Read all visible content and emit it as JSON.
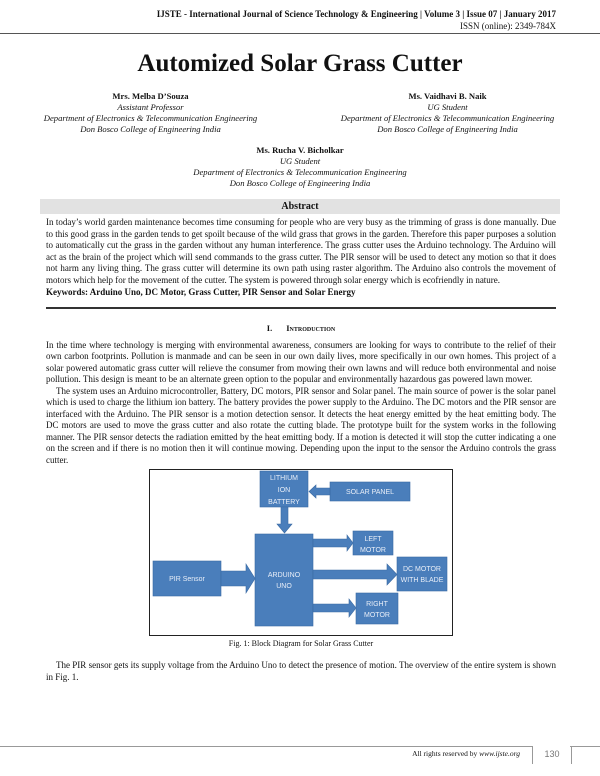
{
  "header": {
    "journal_line": "IJSTE - International Journal of Science Technology & Engineering | Volume 3 | Issue 07 | January 2017",
    "issn": "ISSN (online): 2349-784X"
  },
  "title": "Automized Solar Grass Cutter",
  "authors": [
    {
      "name": "Mrs. Melba D’Souza",
      "role": "Assistant Professor",
      "dept": "Department of Electronics & Telecommunication Engineering",
      "college": "Don Bosco College of Engineering India"
    },
    {
      "name": "Ms. Vaidhavi B. Naik",
      "role": "UG Student",
      "dept": "Department of Electronics & Telecommunication Engineering",
      "college": "Don Bosco College of Engineering India"
    },
    {
      "name": "Ms. Rucha V. Bicholkar",
      "role": "UG Student",
      "dept": "Department of Electronics & Telecommunication Engineering",
      "college": "Don Bosco College of Engineering India"
    }
  ],
  "abstract": {
    "heading": "Abstract",
    "text": "In today’s world garden maintenance becomes time consuming for people who are very busy as the trimming of grass is done manually. Due to this good grass in the garden tends to get spoilt because of the wild grass that grows in the garden. Therefore this paper purposes a solution to automatically cut the grass in the garden without any human interference. The grass cutter uses the Arduino technology. The Arduino will act as the brain of the project which will send commands to the grass cutter. The PIR sensor will be used to detect any motion so that it does not harm any living thing. The grass cutter will determine its own path using raster algorithm. The Arduino also controls the movement of motors which help for the movement of the cutter. The system is powered through solar energy which is ecofriendly in nature.",
    "keywords": "Keywords: Arduino Uno, DC Motor, Grass Cutter, PIR Sensor and Solar Energy"
  },
  "section": {
    "number": "I.",
    "title": "Introduction",
    "paragraphs": [
      "In the time where technology is merging with environmental awareness, consumers are looking for ways to contribute to the relief of their own carbon footprints. Pollution is manmade and can be seen in our own daily lives, more specifically in our own homes. This project of a solar powered automatic grass cutter will relieve the consumer from mowing their own lawns and will reduce both environmental and noise pollution. This design is meant to be an alternate green option to the popular and environmentally hazardous gas powered lawn mower.",
      "The system uses an Arduino microcontroller, Battery, DC motors, PIR sensor and Solar panel. The main source of power is the solar panel which is used to charge the lithium ion battery. The battery provides the power supply to the Arduino. The DC motors and the PIR sensor are interfaced with the Arduino. The PIR sensor is a motion detection sensor.  It detects the heat energy emitted by the heat emitting body. The DC motors are used to move the grass cutter and also rotate the cutting blade. The prototype built for the system works in the following manner. The PIR sensor detects the radiation emitted by the heat emitting body. If a motion is detected it will stop the cutter indicating a one on the screen and if there is no motion then it will continue mowing. Depending upon the input to the sensor the Arduino controls the grass cutter.",
      "The PIR sensor gets its supply voltage from the Arduino Uno to detect the presence of motion. The overview of the entire system is shown in Fig. 1."
    ]
  },
  "figure": {
    "caption": "Fig. 1: Block Diagram for Solar Grass Cutter",
    "block_color": "#4a7ebb",
    "blocks": {
      "battery": [
        "LITHIUM",
        "ION",
        "BATTERY"
      ],
      "solar": "SOLAR PANEL",
      "arduino": [
        "ARDUINO",
        "UNO"
      ],
      "left_motor": [
        "LEFT",
        "MOTOR"
      ],
      "dc_motor": [
        "DC MOTOR",
        "WITH BLADE"
      ],
      "right_motor": [
        "RIGHT",
        "MOTOR"
      ],
      "pir": "PIR Sensor"
    }
  },
  "footer": {
    "rights": "All rights reserved by ",
    "site": "www.ijste.org",
    "page": "130"
  }
}
